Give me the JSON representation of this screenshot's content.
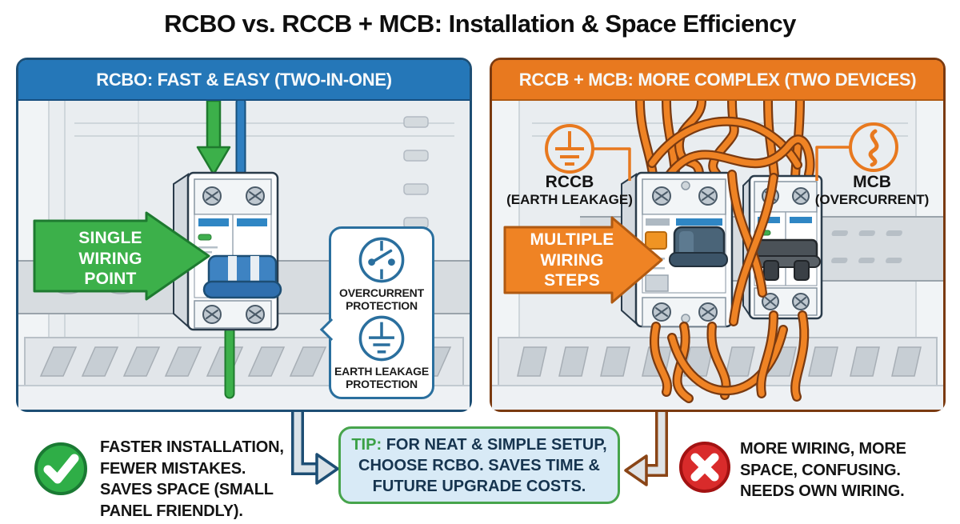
{
  "title": "RCBO vs. RCCB + MCB: Installation & Space Efficiency",
  "left_panel": {
    "header": "RCBO: FAST & EASY (TWO-IN-ONE)",
    "arrow_label": "SINGLE WIRING POINT",
    "callout": {
      "overcurrent": "OVERCURRENT PROTECTION",
      "earth_leakage": "EARTH LEAKAGE PROTECTION"
    }
  },
  "right_panel": {
    "header": "RCCB + MCB: MORE COMPLEX (TWO DEVICES)",
    "arrow_label": "MULTIPLE WIRING STEPS",
    "rccb": {
      "name": "RCCB",
      "sub": "(EARTH LEAKAGE)"
    },
    "mcb": {
      "name": "MCB",
      "sub": "(OVERCURRENT)"
    }
  },
  "footer": {
    "pro_text": "FASTER INSTALLATION, FEWER MISTAKES. SAVES SPACE (SMALL PANEL FRIENDLY).",
    "tip_label": "TIP:",
    "tip_text": "FOR NEAT & SIMPLE SETUP, CHOOSE RCBO. SAVES TIME & FUTURE UPGRADE COSTS.",
    "con_text": "MORE WIRING, MORE SPACE, CONFUSING. NEEDS OWN WIRING."
  },
  "colors": {
    "blue_header": "#2577b8",
    "orange_header": "#e8791f",
    "green_arrow": "#3cb04a",
    "orange_arrow": "#ef8324",
    "wire_orange": "#ef8324",
    "wire_blue": "#2f7fc0",
    "wire_green": "#3cb04a",
    "tip_bg": "#d8eaf6",
    "tip_border": "#47a44c",
    "tip_label_green": "#3aa045",
    "check_green": "#2fae47",
    "cross_red": "#d92b2b",
    "callout_blue": "#2a6f9e"
  }
}
